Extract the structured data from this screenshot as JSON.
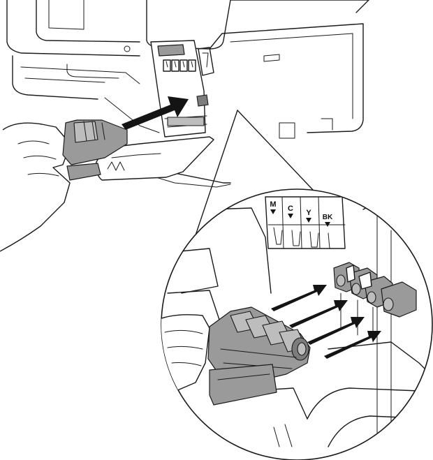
{
  "ink_labels": {
    "magenta": "M",
    "cyan": "C",
    "yellow": "Y",
    "black": "BK"
  },
  "colors": {
    "line": "#1a1a1a",
    "cover_grey": "#9a9a9a",
    "arrow": "#141414",
    "background": "#ffffff"
  }
}
